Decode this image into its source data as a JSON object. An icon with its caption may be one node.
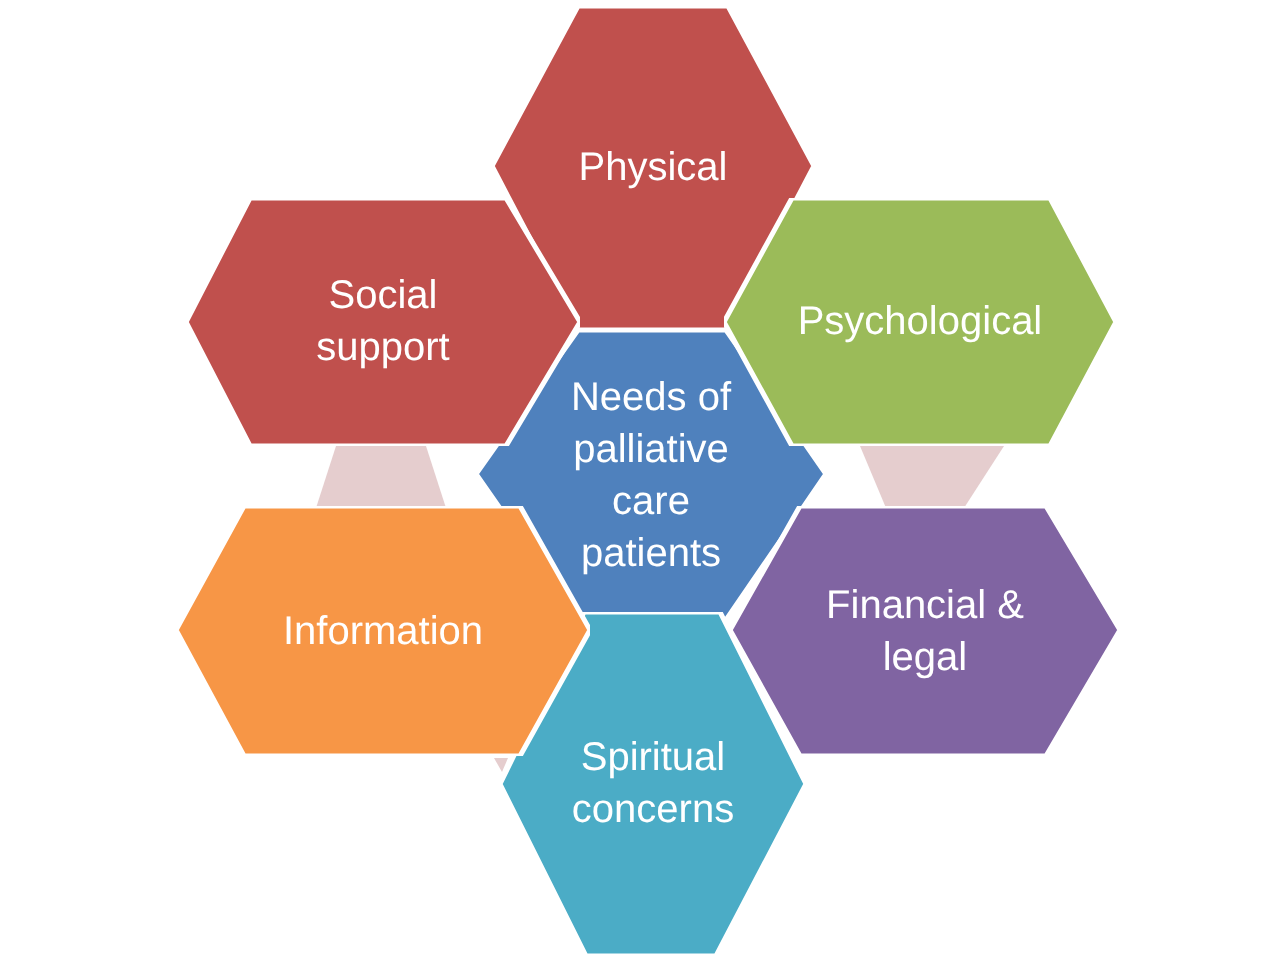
{
  "diagram": {
    "nodes": [
      {
        "text": [
          "Physical"
        ]
      },
      {
        "text": [
          "Social support"
        ]
      },
      {
        "text": [
          "Psychological"
        ]
      },
      {
        "text": [
          "Needs of palliative care patients"
        ]
      },
      {
        "text": [
          "Information"
        ]
      },
      {
        "text": [
          "Financial & legal"
        ]
      },
      {
        "text": [
          "Spiritual concerns"
        ]
      },
      {
        "text": [],
        "shape": "hexagon"
      },
      {
        "text": [],
        "shape": "hexagon"
      },
      {
        "text": [],
        "shape": "hexagon"
      }
    ]
  }
}
